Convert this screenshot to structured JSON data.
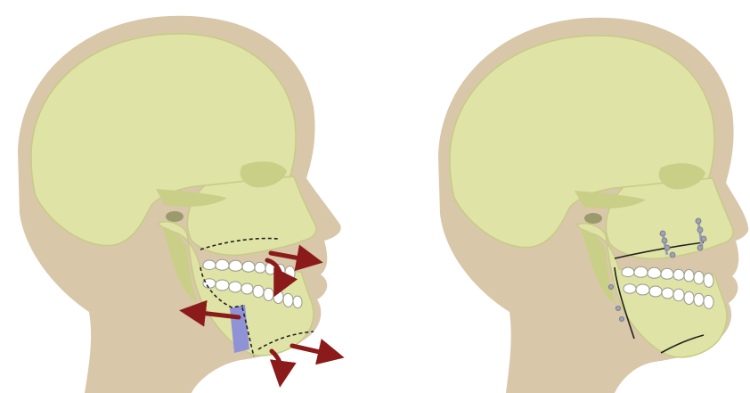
{
  "colors": {
    "background": "#ffffff",
    "skin": "#d9c7aa",
    "skin_shadow": "#c9b593",
    "bone": "#dfe3a6",
    "bone_shade": "#c9cf86",
    "bone_edge": "#a9ae6a",
    "tooth": "#ffffff",
    "tooth_edge": "#9a9a8a",
    "osteotomy_line": "#222222",
    "arrow": "#8b1a1a",
    "graft": "#8f93d6",
    "screw": "#9ea2b2"
  },
  "panels": [
    {
      "name": "preoperative-osteotomy-plan",
      "arrows": 5,
      "graft": true
    },
    {
      "name": "postoperative-fixation",
      "plates": 2,
      "screws": 11
    }
  ]
}
